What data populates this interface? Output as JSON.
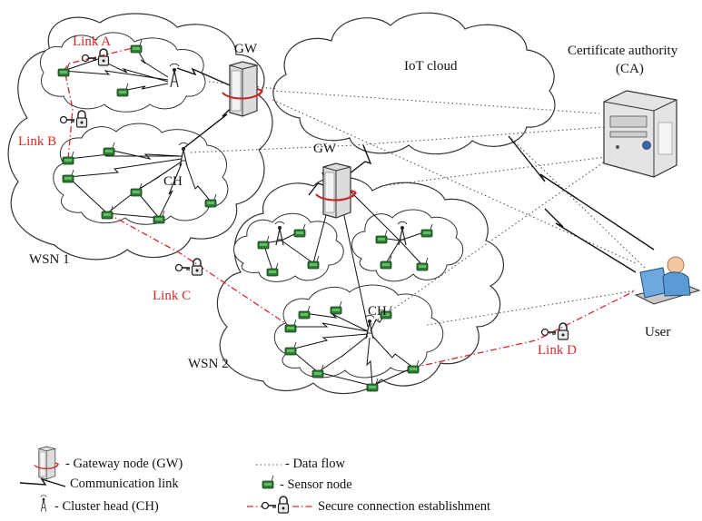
{
  "labels": {
    "gw_top": "GW",
    "gw_mid": "GW",
    "iot_cloud": "IoT cloud",
    "ca_line1": "Certificate authority",
    "ca_line2": "(CA)",
    "link_a": "Link A",
    "link_b": "Link B",
    "link_c": "Link C",
    "link_d": "Link D",
    "ch_1": "CH",
    "ch_2": "CH",
    "wsn_1": "WSN 1",
    "wsn_2": "WSN 2",
    "user": "User"
  },
  "legend": {
    "gateway": "- Gateway node (GW)",
    "communication": "Communication link",
    "cluster_head": "- Cluster head (CH)",
    "data_flow": "- Data flow",
    "sensor": "- Sensor node",
    "secure": "Secure connection establishment"
  },
  "colors": {
    "secure_link": "#d42a2a",
    "sensor_node": "#2e7d32",
    "cloud_outline": "#333333"
  }
}
